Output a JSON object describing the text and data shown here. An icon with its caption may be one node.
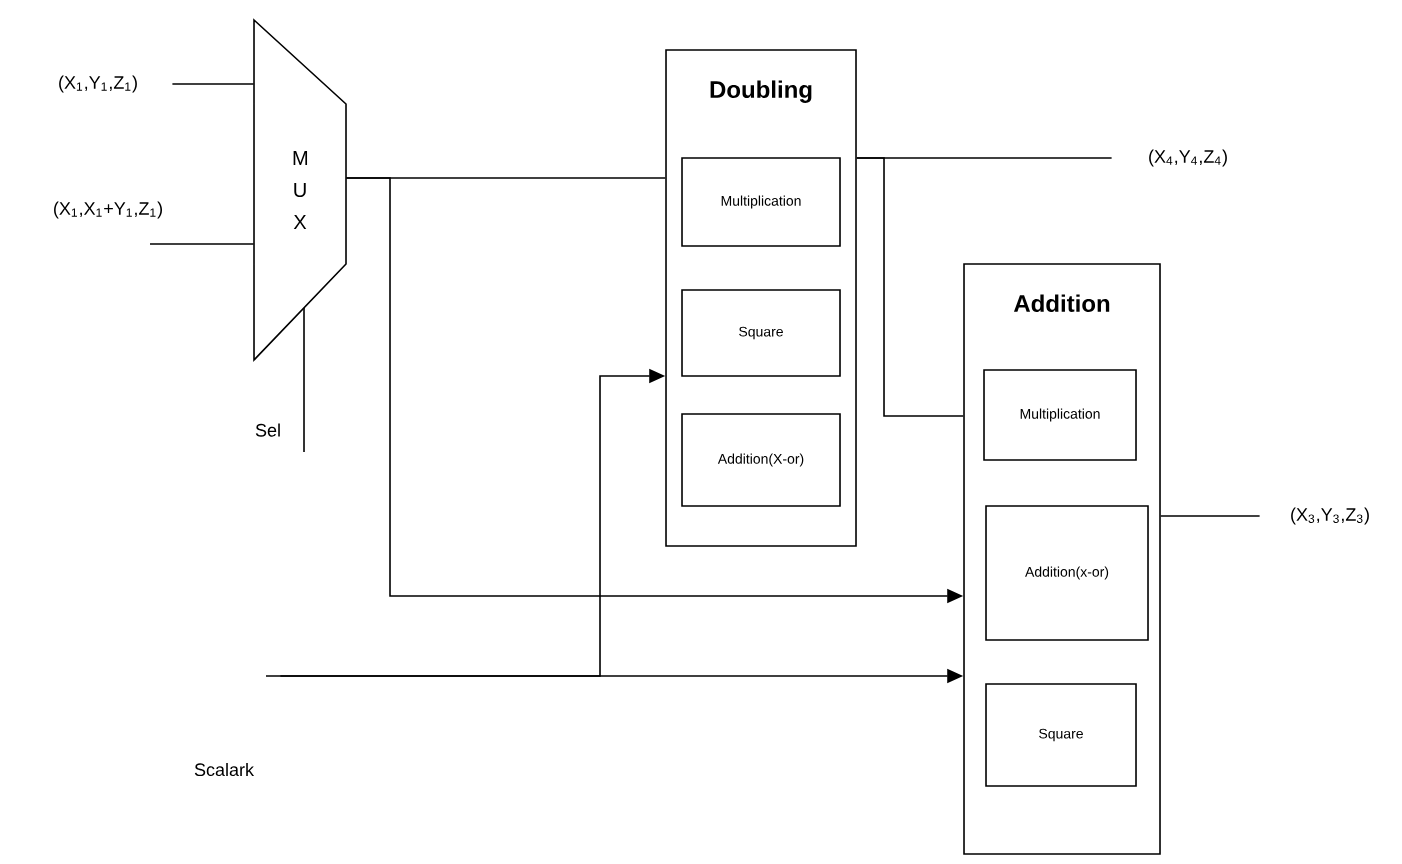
{
  "diagram": {
    "nodes": [
      {
        "text": [
          "(X$_{1}$,Y$_{1}$,Z$_{1}$)"
        ]
      },
      {
        "text": [
          "(X$_{1}$,X$_{1}$+Y$_{1}$,Z$_{1}$)"
        ]
      },
      {
        "text": [
          "M U X"
        ]
      },
      {
        "text": [
          "Sel"
        ]
      },
      {
        "text": [
          "Doubling"
        ]
      },
      {
        "text": [
          "Multiplication"
        ],
        "in": 4
      },
      {
        "text": [
          "Square"
        ],
        "in": 4
      },
      {
        "text": [
          "Addition(X-or)"
        ],
        "in": 4
      },
      {
        "text": [
          "Addition"
        ]
      },
      {
        "text": [
          "Multiplication"
        ],
        "in": 8
      },
      {
        "text": [
          "Addition(x-or)"
        ],
        "in": 8
      },
      {
        "text": [
          "Square"
        ],
        "in": 8
      },
      {
        "text": [
          "(X$_{4}$,Y$_{4}$,Z$_{4}$)"
        ]
      },
      {
        "text": [
          "(X$_{3}$,Y$_{3}$,Z$_{3}$)"
        ]
      },
      {
        "text": [
          "Scalark"
        ]
      }
    ],
    "edges": [
      {
        "from": 0,
        "to": 2,
        "arrow": "none"
      },
      {
        "from": 1,
        "to": 2,
        "arrow": "none"
      },
      {
        "from": 3,
        "to": 2,
        "arrow": "none"
      },
      {
        "from": 2,
        "to": 4,
        "arrow": "none"
      },
      {
        "from": 2,
        "to": 8,
        "arrow": "to"
      },
      {
        "from": 4,
        "to": 12,
        "arrow": "none"
      },
      {
        "from": 4,
        "to": 8,
        "arrow": "none"
      },
      {
        "from": 8,
        "to": 13,
        "arrow": "none"
      },
      {
        "from": 14,
        "to": 8,
        "arrow": "to"
      },
      {
        "from": 14,
        "to": 4,
        "arrow": "to"
      }
    ]
  }
}
